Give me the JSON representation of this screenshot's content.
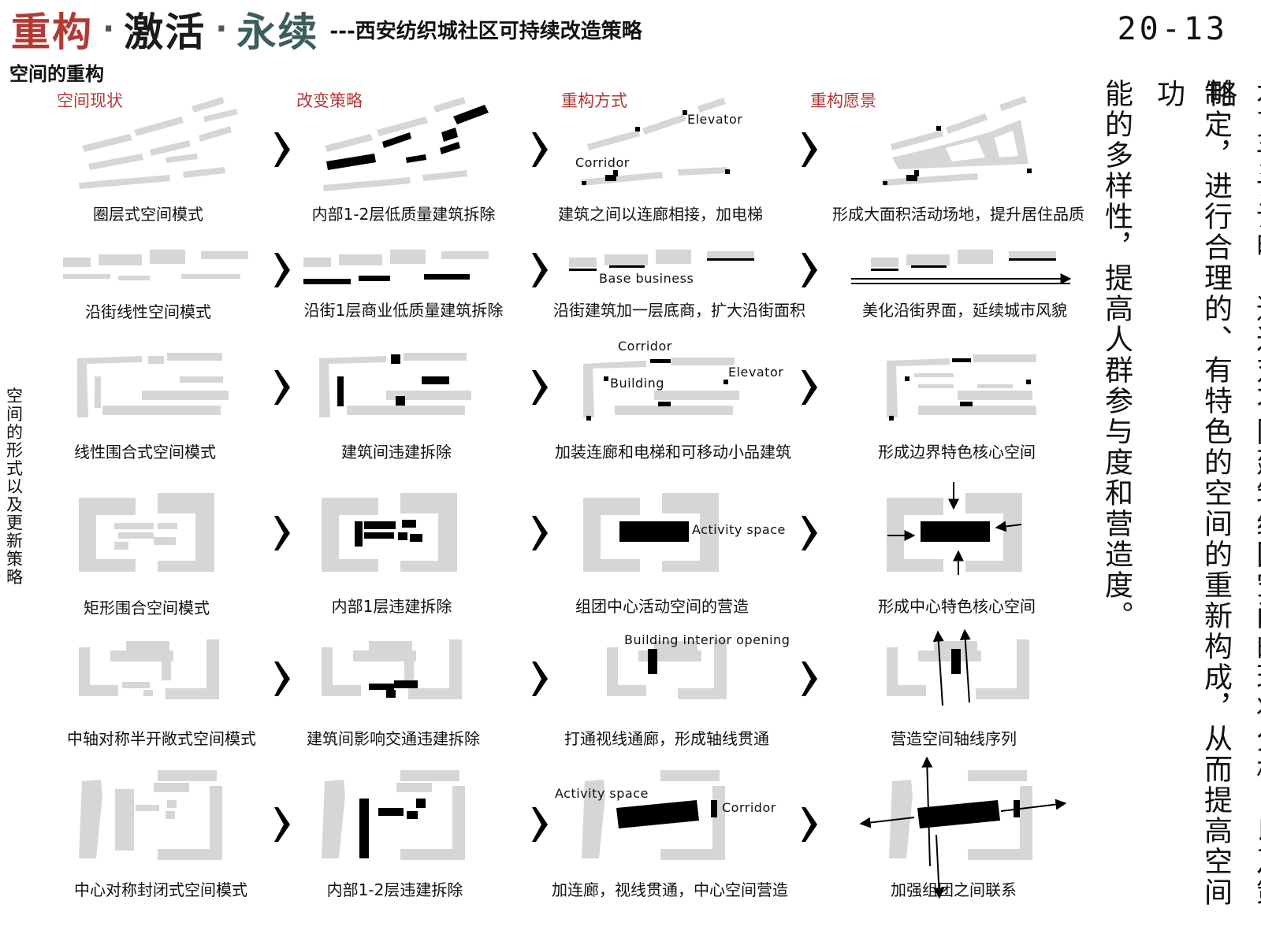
{
  "header": {
    "title_part1": "重构",
    "title_part2": "激活",
    "title_part3": "永续",
    "separator": "·",
    "subtitle": "---西安纺织城社区可持续改造策略",
    "page_number": "20-13"
  },
  "section_title": "空间的重构",
  "side_label": "空间的形式以及更新策略",
  "column_headers": [
    "空间现状",
    "改变策略",
    "重构方式",
    "重构愿景"
  ],
  "rows": [
    {
      "captions": [
        "圈层式空间模式",
        "内部1-2层低质量建筑拆除",
        "建筑之间以连廊相接，加电梯",
        "形成大面积活动场地，提升居住品质"
      ],
      "labels": [
        "Elevator",
        "Corridor"
      ]
    },
    {
      "captions": [
        "沿街线性空间模式",
        "沿街1层商业低质量建筑拆除",
        "沿街建筑加一层底商，扩大沿街面积",
        "美化沿街界面，延续城市风貌"
      ],
      "labels": [
        "Base business"
      ]
    },
    {
      "captions": [
        "线性围合式空间模式",
        "建筑间违建拆除",
        "加装连廊和电梯和可移动小品建筑",
        "形成边界特色核心空间"
      ],
      "labels": [
        "Corridor",
        "Elevator",
        "Building"
      ]
    },
    {
      "captions": [
        "矩形围合空间模式",
        "内部1层违建拆除",
        "组团中心活动空间的营造",
        "形成中心特色核心空间"
      ],
      "labels": [
        "Activity space"
      ]
    },
    {
      "captions": [
        "中轴对称半开敞式空间模式",
        "建筑间影响交通违建拆除",
        "打通视线通廊，形成轴线贯通",
        "营造空间轴线序列"
      ],
      "labels": [
        "Building interior opening"
      ]
    },
    {
      "captions": [
        "中心对称封闭式空间模式",
        "内部1-2层违建拆除",
        "加连廊，视线贯通，中心空间营造",
        "加强组团之间联系"
      ],
      "labels": [
        "Activity space",
        "Corridor"
      ]
    }
  ],
  "description_lines": [
    "本页设计说明：通过对不同建筑组团空间的现状分析，以及策略",
    "制定，进行合理的、有特色的空间的重新构成，从而提高空间功",
    "能的多样性，提高人群参与度和营造度。"
  ],
  "colors": {
    "accent_red": "#b23a36",
    "accent_teal": "#3c5e5a",
    "building_gray": "#d6d6d6",
    "highlight_black": "#000000"
  }
}
